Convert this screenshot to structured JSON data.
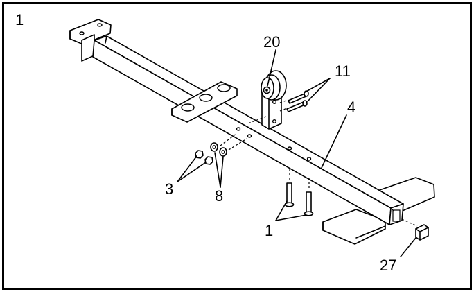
{
  "step_number": "1",
  "callouts": {
    "bolt_1": "1",
    "nut_3": "3",
    "frame_4": "4",
    "washer_8": "8",
    "bolt_11": "11",
    "pulley_20": "20",
    "cap_27": "27"
  }
}
